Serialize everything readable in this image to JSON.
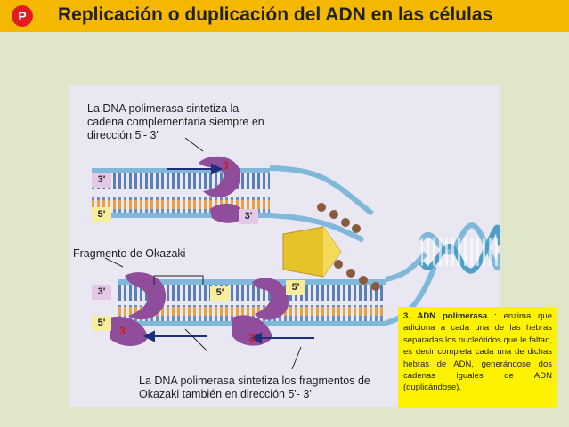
{
  "header": {
    "badge": "P",
    "title": "Replicación o duplicación del ADN en las células"
  },
  "diagram": {
    "note_top_lines": [
      "La DNA polimerasa sintetiza la",
      "cadena complementaria siempre en",
      "dirección 5'- 3'"
    ],
    "okazaki_label": "Fragmento de Okazaki",
    "note_bottom_lines": [
      "La DNA polimerasa sintetiza los fragmentos de",
      "Okazaki también en dirección 5'- 3'"
    ],
    "labels": {
      "top_left_3": "3'",
      "top_left_5": "5'",
      "top_mid_3": "3'",
      "bot_left_3": "3'",
      "bot_left_5": "5'",
      "bot_mid_5": "5'",
      "bot_right_5": "5'"
    },
    "enzyme_numbers": [
      "3",
      "3",
      "3"
    ]
  },
  "info": {
    "heading": "3. ADN polimerasa",
    "text": ": enzima que adiciona a cada una de las hebras separadas los nucleótidos que le faltan, es decir completa cada una de dichas hebras de ADN, generándose dos cadenas iguales de ADN (duplicándose)."
  },
  "colors": {
    "header_bg": "#f5b800",
    "badge": "#e21b23",
    "slide_bg": "#dfe6c9",
    "info_bg": "#fff200",
    "enzyme": "#8f4d9c"
  }
}
